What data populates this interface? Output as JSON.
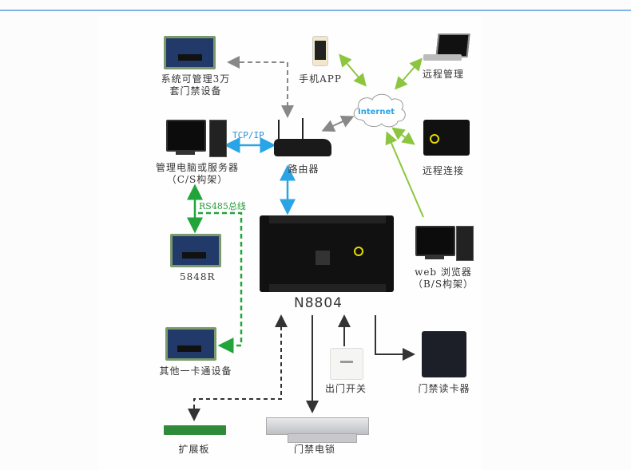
{
  "diagram": {
    "colors": {
      "top_line": "#7fb3ea",
      "tcp_arrow": "#29a4e6",
      "internet_arrow": "#8cc63f",
      "rs485_arrow": "#22a43a",
      "gray_arrow": "#888888",
      "dark_arrow": "#333333",
      "internet_text": "#29a4e6"
    },
    "center_controller": {
      "label": "N8804"
    },
    "nodes": {
      "system_boards": {
        "label_line1": "系统可管理3万",
        "label_line2": "套门禁设备"
      },
      "phone_app": {
        "label": "手机APP"
      },
      "remote_mgmt": {
        "label": "远程管理"
      },
      "internet": {
        "label": "Internet"
      },
      "remote_connect": {
        "label": "远程连接"
      },
      "pc_server": {
        "label_line1": "管理电脑或服务器",
        "label_line2": "（C/S构架）"
      },
      "router": {
        "label": "路由器"
      },
      "web_browser": {
        "label_line1": "web 浏览器",
        "label_line2": "（B/S构架）"
      },
      "board_5848r": {
        "label": "5848R"
      },
      "other_card": {
        "label": "其他一卡通设备"
      },
      "exit_button": {
        "label": "出门开关"
      },
      "card_reader": {
        "label": "门禁读卡器"
      },
      "expansion_board": {
        "label": "扩展板"
      },
      "door_lock": {
        "label": "门禁电锁"
      }
    },
    "link_labels": {
      "tcp_ip": "TCP/IP",
      "rs485": "RS485总线"
    }
  }
}
